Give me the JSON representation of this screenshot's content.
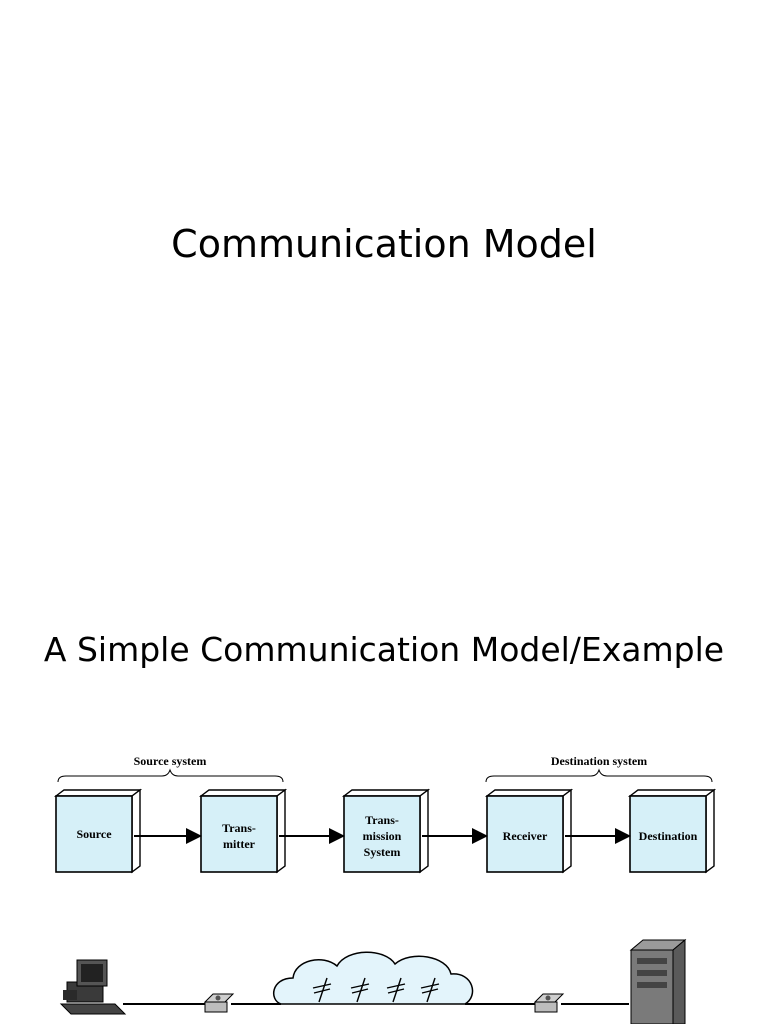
{
  "slide1": {
    "title": "Communication Model"
  },
  "slide2": {
    "title": "A Simple Communication Model/Example",
    "groups": {
      "source_system": "Source system",
      "destination_system": "Destination system"
    },
    "blocks": [
      {
        "lines": [
          "Source"
        ]
      },
      {
        "lines": [
          "Trans-",
          "mitter"
        ]
      },
      {
        "lines": [
          "Trans-",
          "mission",
          "System"
        ]
      },
      {
        "lines": [
          "Receiver"
        ]
      },
      {
        "lines": [
          "Destination"
        ]
      }
    ]
  },
  "colors": {
    "block_fill": "#d6f0f8",
    "block_side": "#ffffff",
    "cloud_fill": "#e3f4fb"
  },
  "icons": [
    "workstation-icon",
    "modem-icon",
    "cloud-icon",
    "modem-icon",
    "server-icon"
  ]
}
